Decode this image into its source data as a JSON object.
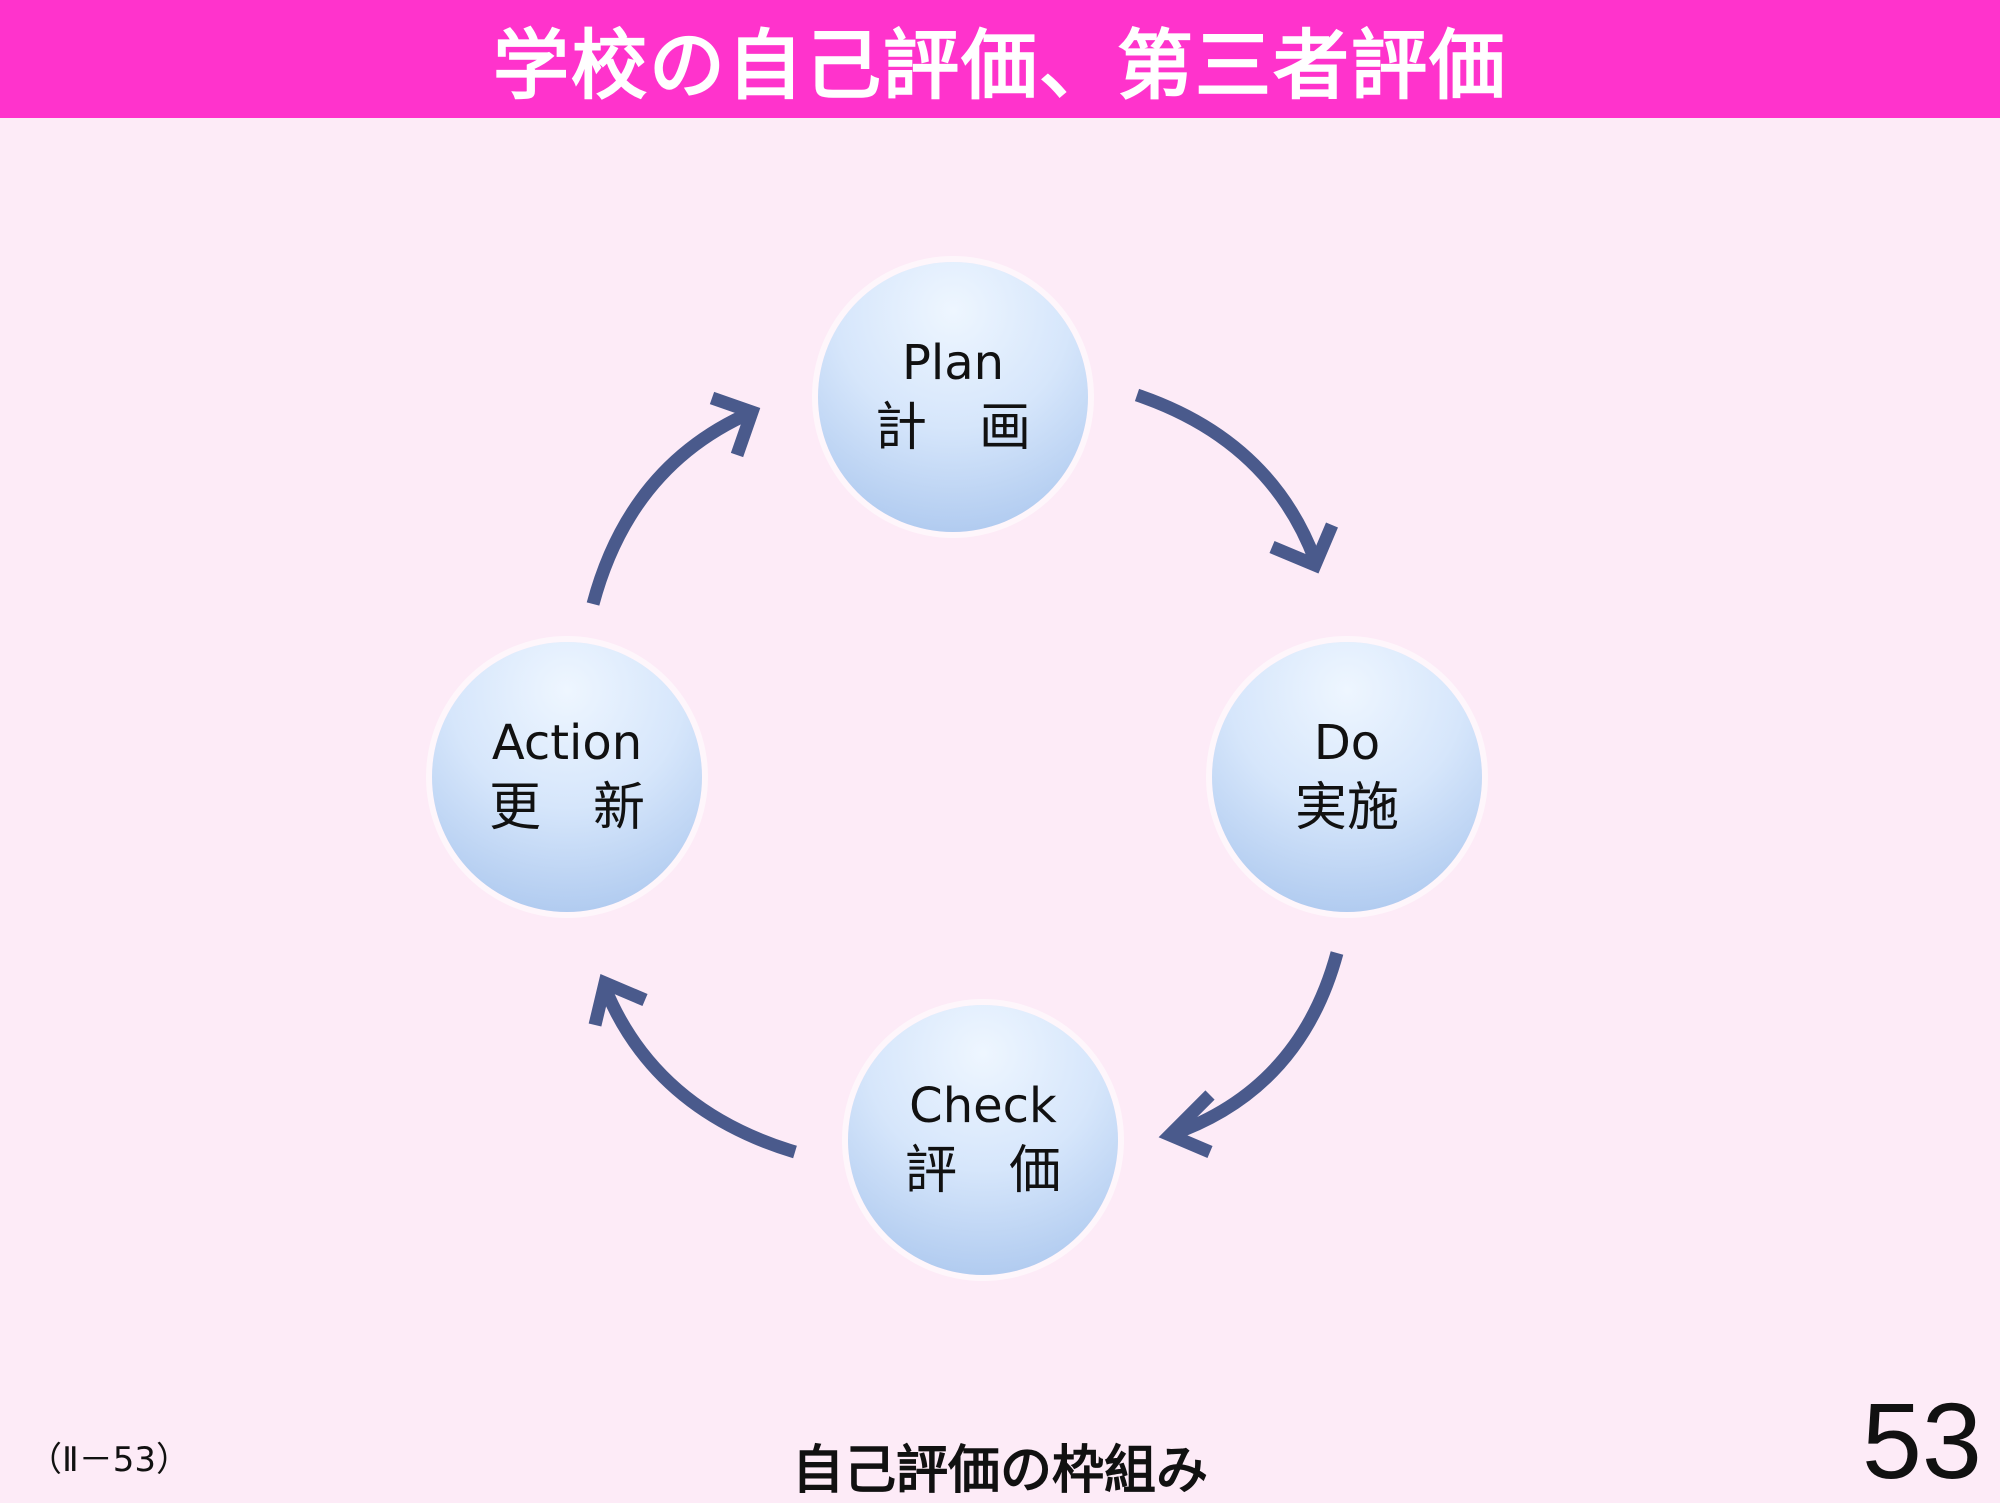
{
  "header": {
    "title": "学校の自己評価、第三者評価"
  },
  "cycle": {
    "nodes": [
      {
        "id": "plan",
        "en": "Plan",
        "jp": "計　画"
      },
      {
        "id": "do",
        "en": "Do",
        "jp": "実施"
      },
      {
        "id": "check",
        "en": "Check",
        "jp": "評　価"
      },
      {
        "id": "action",
        "en": "Action",
        "jp": "更　新"
      }
    ],
    "arrow_color": "#4a5a8c",
    "direction": "clockwise"
  },
  "footer": {
    "ref": "（Ⅱ－53）",
    "caption": "自己評価の枠組み",
    "page_number": "53"
  }
}
